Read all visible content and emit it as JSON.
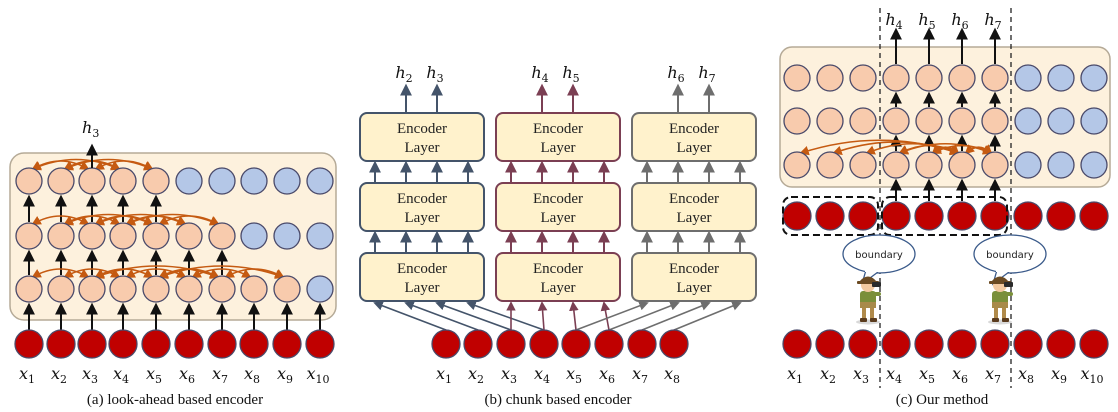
{
  "panel_a": {
    "caption": "(a) look-ahead based encoder",
    "output_label": {
      "base": "h",
      "sub": "3"
    },
    "inputs": [
      {
        "base": "x",
        "sub": "1"
      },
      {
        "base": "x",
        "sub": "2"
      },
      {
        "base": "x",
        "sub": "3"
      },
      {
        "base": "x",
        "sub": "4"
      },
      {
        "base": "x",
        "sub": "5"
      },
      {
        "base": "x",
        "sub": "6"
      },
      {
        "base": "x",
        "sub": "7"
      },
      {
        "base": "x",
        "sub": "8"
      },
      {
        "base": "x",
        "sub": "9"
      },
      {
        "base": "x",
        "sub": "10"
      }
    ]
  },
  "panel_b": {
    "caption": "(b) chunk based encoder",
    "encoder_label_line1": "Encoder",
    "encoder_label_line2": "Layer",
    "outputs": [
      {
        "base": "h",
        "sub": "2"
      },
      {
        "base": "h",
        "sub": "3"
      },
      {
        "base": "h",
        "sub": "4"
      },
      {
        "base": "h",
        "sub": "5"
      },
      {
        "base": "h",
        "sub": "6"
      },
      {
        "base": "h",
        "sub": "7"
      }
    ],
    "inputs": [
      {
        "base": "x",
        "sub": "1"
      },
      {
        "base": "x",
        "sub": "2"
      },
      {
        "base": "x",
        "sub": "3"
      },
      {
        "base": "x",
        "sub": "4"
      },
      {
        "base": "x",
        "sub": "5"
      },
      {
        "base": "x",
        "sub": "6"
      },
      {
        "base": "x",
        "sub": "7"
      },
      {
        "base": "x",
        "sub": "8"
      }
    ]
  },
  "panel_c": {
    "caption": "(c) Our method",
    "boundary_label": "boundary",
    "outputs": [
      {
        "base": "h",
        "sub": "4"
      },
      {
        "base": "h",
        "sub": "5"
      },
      {
        "base": "h",
        "sub": "6"
      },
      {
        "base": "h",
        "sub": "7"
      }
    ],
    "inputs": [
      {
        "base": "x",
        "sub": "1"
      },
      {
        "base": "x",
        "sub": "2"
      },
      {
        "base": "x",
        "sub": "3"
      },
      {
        "base": "x",
        "sub": "4"
      },
      {
        "base": "x",
        "sub": "5"
      },
      {
        "base": "x",
        "sub": "6"
      },
      {
        "base": "x",
        "sub": "7"
      },
      {
        "base": "x",
        "sub": "8"
      },
      {
        "base": "x",
        "sub": "9"
      },
      {
        "base": "x",
        "sub": "10"
      }
    ]
  },
  "colors": {
    "input_node": "#c00000",
    "hidden_node_active": "#f8cbad",
    "hidden_node_inactive": "#b4c7e7",
    "panel_bg": "#fdf1dd",
    "encoder_fill": "#fff2cc",
    "arc": "#c55a11",
    "chunk1": "#44546a",
    "chunk2": "#7b3f53",
    "chunk3": "#6e6e6e"
  }
}
